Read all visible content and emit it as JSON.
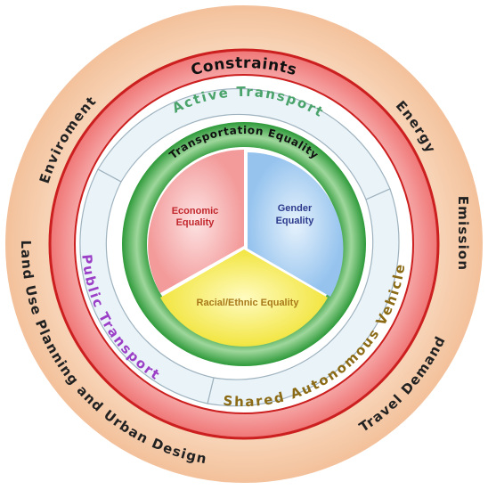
{
  "outer_ring": {
    "labels": {
      "enviroment": "Enviroment",
      "energy": "Energy",
      "emission": "Emission",
      "travel_demand": "Travel Demand",
      "land_use": "Land Use Planning and Urban Design"
    }
  },
  "constraints_ring": {
    "title": "Constraints"
  },
  "modes": {
    "active_transport": "Active Transport",
    "public_transport": "Public Transport",
    "shared_autonomous_vehicle": "Shared Autonomous Vehicle"
  },
  "transportation_equality": {
    "title": "Transportation Equality"
  },
  "sectors": {
    "economic": [
      "Economic",
      "Equality"
    ],
    "gender": [
      "Gender",
      "Equality"
    ],
    "racial": "Racial/Ethnic Equality"
  },
  "colors": {
    "outer_ring": "#f6cba8",
    "constraints_ring": "#f08a8a",
    "constraints_border": "#cc1f1f",
    "mode_band": "#eaf3f8",
    "equality_ring": "#4fae4f",
    "economic_sector": "#f5a3a3",
    "gender_sector": "#a9cff0",
    "racial_sector": "#f5ee63",
    "active_transport_text": "#4aa36a",
    "public_transport_text": "#9a3fc6",
    "sav_text": "#8c6b16",
    "economic_text": "#c1272d",
    "gender_text": "#2b3a8c",
    "racial_text": "#a8791a"
  }
}
